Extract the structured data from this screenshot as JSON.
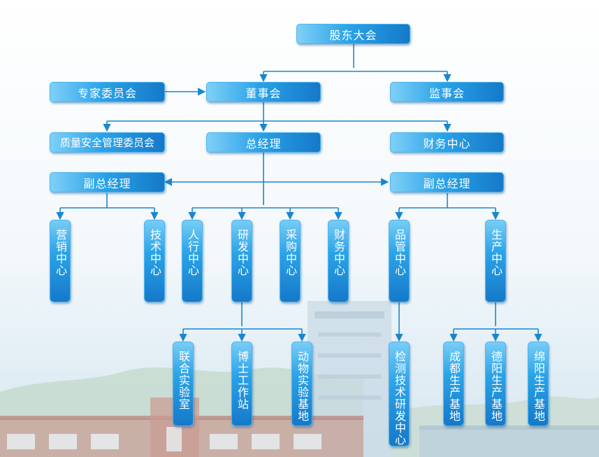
{
  "org_chart": {
    "shareholders_meeting": "股东大会",
    "expert_committee": "专家委员会",
    "board_of_directors": "董事会",
    "supervisory_board": "监事会",
    "quality_safety_committee": "质量安全管理委员会",
    "general_manager": "总经理",
    "finance_center": "财务中心",
    "deputy_gm_left": "副总经理",
    "deputy_gm_right": "副总经理",
    "marketing_center": "营销中心",
    "technology_center": "技术中心",
    "hr_center": "人行中心",
    "rd_center": "研发中心",
    "procurement_center": "采购中心",
    "finance_center_2": "财务中心",
    "quality_mgmt_center": "品管中心",
    "production_center": "生产中心",
    "joint_lab": "联合实验室",
    "postdoc_station": "博士工作站",
    "animal_test_base": "动物实验基地",
    "testing_rd_center": "检测技术研发中心",
    "chengdu_base": "成都生产基地",
    "deyang_base": "德阳生产基地",
    "mianyang_base": "绵阳生产基地"
  },
  "colors": {
    "node_light": "#7fd0f7",
    "node_mid": "#2aa3e8",
    "node_dark": "#1579c9",
    "connector": "#1a86d0",
    "background_top": "#ffffff",
    "background_bottom": "#d6e8f2"
  }
}
